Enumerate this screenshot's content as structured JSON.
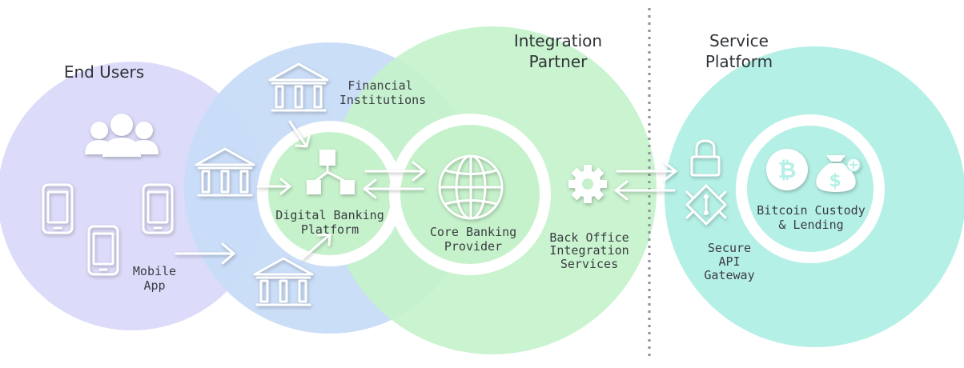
{
  "colors": {
    "end_users_circle": "#dcdcfa",
    "financial_circle": "#c8dcf8",
    "integration_circle": "#c6f2cb",
    "service_circle": "#b5f0e6",
    "divider": "#8a8f98"
  },
  "groups": {
    "end_users": "End Users",
    "integration_partner_line1": "Integration",
    "integration_partner_line2": "Partner",
    "service_platform_line1": "Service",
    "service_platform_line2": "Platform"
  },
  "labels": {
    "financial_institutions_line1": "Financial",
    "financial_institutions_line2": "Institutions",
    "digital_banking_line1": "Digital Banking",
    "digital_banking_line2": "Platform",
    "core_banking_line1": "Core Banking",
    "core_banking_line2": "Provider",
    "back_office_line1": "Back Office",
    "back_office_line2": "Integration",
    "back_office_line3": "Services",
    "secure_api_line1": "Secure",
    "secure_api_line2": "API",
    "secure_api_line3": "Gateway",
    "bitcoin_line1": "Bitcoin Custody",
    "bitcoin_line2": "& Lending",
    "mobile_app_line1": "Mobile",
    "mobile_app_line2": "App"
  },
  "icons": {
    "users": "users-group-icon",
    "phone": "smartphone-icon",
    "bank": "bank-building-icon",
    "network": "network-hub-icon",
    "globe": "globe-icon",
    "gear": "gear-icon",
    "lock": "lock-icon",
    "api": "api-chip-icon",
    "bitcoin": "bitcoin-coin-icon",
    "money_bag": "money-bag-icon"
  }
}
